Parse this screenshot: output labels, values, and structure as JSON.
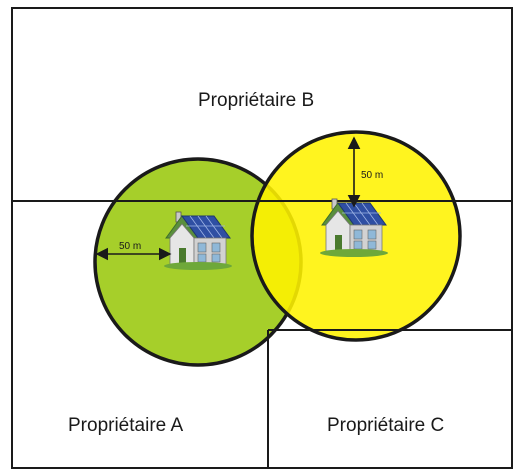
{
  "labels": {
    "owner_b": "Propriétaire B",
    "owner_a": "Propriétaire A",
    "owner_c": "Propriétaire C",
    "dist_left": "50 m",
    "dist_top": "50 m"
  },
  "colors": {
    "zone_left": "#a6cf2a",
    "zone_right": "#fff200",
    "outline": "#1a1a1a",
    "roof": "#2f4fa3",
    "wall": "#e6e6e6"
  },
  "icons": {
    "left_house": "house-solar-icon",
    "right_house": "house-solar-icon"
  }
}
